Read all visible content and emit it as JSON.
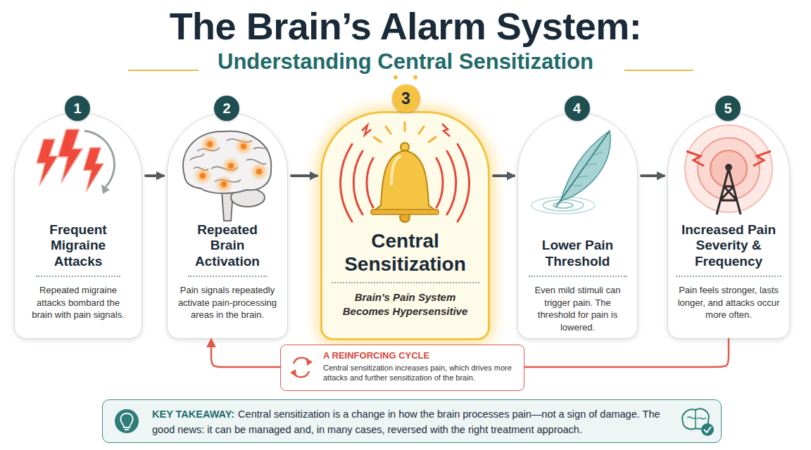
{
  "diagram": {
    "title": "The Brain’s Alarm System:",
    "nodes": [
      {
        "text": [
          "Frequent Migraine Attacks",
          "Repeated migraine attacks bombard the brain with pain signals."
        ]
      },
      {
        "text": [
          "1"
        ],
        "in": 0
      },
      {
        "text": [
          "Repeated Brain Activation",
          "Pain signals repeatedly activate pain-processing areas in the brain."
        ]
      },
      {
        "text": [
          "2"
        ],
        "in": 2
      },
      {
        "text": [
          "Central Sensitization",
          "Brain's Pain System Becomes Hypersensitive"
        ]
      },
      {
        "text": [
          "3"
        ],
        "in": 4
      },
      {
        "text": [
          "Lower Pain Threshold",
          "Even mild stimuli can trigger pain. The threshold for pain is lowered."
        ]
      },
      {
        "text": [
          "4"
        ],
        "in": 6
      },
      {
        "text": [
          "Increased Pain Severity & Frequency",
          "Pain feels stronger, lasts longer, and attacks occur more often."
        ]
      },
      {
        "text": [
          "5"
        ],
        "in": 8
      },
      {
        "text": [
          "A REINFORCING CYCLE",
          "Central sensitization increases pain, which drives more attacks and further sensitization of the brain."
        ]
      },
      {
        "text": [
          "KEY TAKEAWAY:",
          "Central sensitization is a change in how the brain processes pain—not a sign of damage. The good news: it can be managed and, in many cases, reversed with the right treatment approach."
        ]
      }
    ],
    "edges": [
      {
        "from": 0,
        "to": 2,
        "arrow": "to"
      },
      {
        "from": 2,
        "to": 4,
        "arrow": "to"
      },
      {
        "from": 4,
        "to": 6,
        "arrow": "to"
      },
      {
        "from": 6,
        "to": 8,
        "arrow": "to"
      },
      {
        "from": 8,
        "to": 10,
        "arrow": "none"
      },
      {
        "from": 10,
        "to": 2,
        "arrow": "to"
      }
    ],
    "labels": [
      "Understanding Central Sensitization"
    ]
  }
}
